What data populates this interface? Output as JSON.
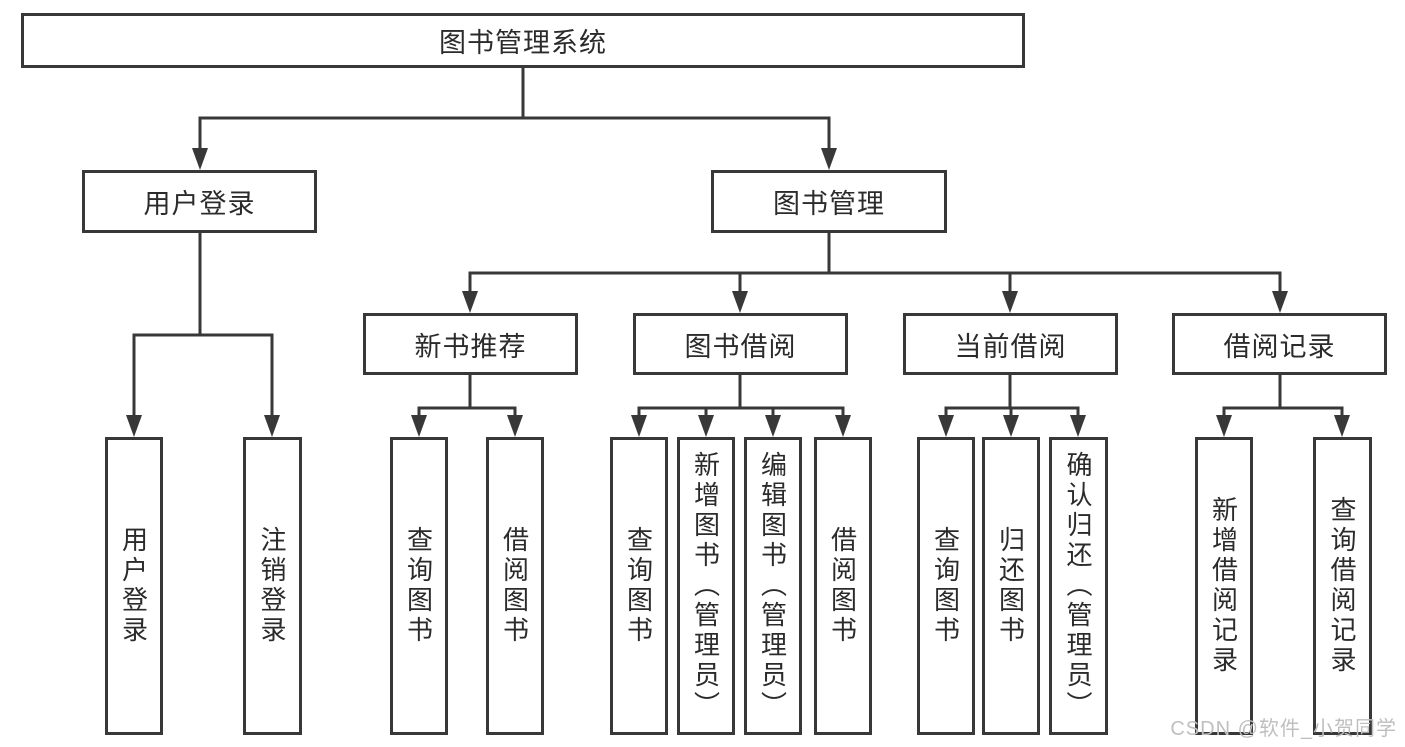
{
  "diagram": {
    "tree": {
      "label": "图书管理系统",
      "children": [
        {
          "label": "用户登录",
          "children": [
            {
              "label": "用户登录"
            },
            {
              "label": "注销登录"
            }
          ]
        },
        {
          "label": "图书管理",
          "children": [
            {
              "label": "新书推荐",
              "children": [
                {
                  "label": "查询图书"
                },
                {
                  "label": "借阅图书"
                }
              ]
            },
            {
              "label": "图书借阅",
              "children": [
                {
                  "label": "查询图书"
                },
                {
                  "label": "新增图书（管理员）"
                },
                {
                  "label": "编辑图书（管理员）"
                },
                {
                  "label": "借阅图书"
                }
              ]
            },
            {
              "label": "当前借阅",
              "children": [
                {
                  "label": "查询图书"
                },
                {
                  "label": "归还图书"
                },
                {
                  "label": "确认归还（管理员）"
                }
              ]
            },
            {
              "label": "借阅记录",
              "children": [
                {
                  "label": "新增借阅记录"
                },
                {
                  "label": "查询借阅记录"
                }
              ]
            }
          ]
        }
      ]
    },
    "watermark": "CSDN @软件_小贺同学",
    "colors": {
      "line": "#383838",
      "text": "#2b2b2b",
      "watermark": "#bfbfbf",
      "background": "#ffffff"
    }
  }
}
